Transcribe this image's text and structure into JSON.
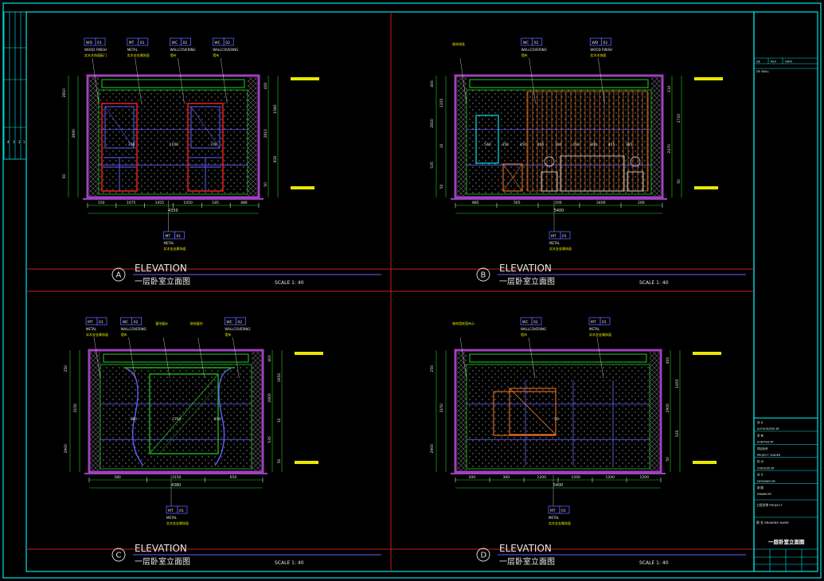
{
  "sheet": {
    "title_block": {
      "rows": [
        "设 计",
        "AUTHORIZED BY",
        "审 核",
        "AUDITED BY",
        "项目负责",
        "PROJECT LEADER",
        "校 对",
        "CHECKED BY",
        "设 计",
        "DESIGNED BY",
        "制 图",
        "DRAWN BY"
      ],
      "project_label": "工程名称 PROJECT",
      "drawing_name_label": "图 名 DRAWING NAME",
      "drawing_name": "一层卧室立面图",
      "top_labels": [
        "DE",
        "REV",
        "DATE"
      ],
      "sub_label": "DE WALL"
    },
    "left_strip_marks": [
      "4",
      "3",
      "2",
      "1"
    ]
  },
  "panels": [
    {
      "id": "A",
      "elevation": "ELEVATION",
      "subtitle": "一层卧室立面图",
      "scale": "SCALE 1: 40",
      "tags": [
        {
          "code": "WD",
          "num": "01",
          "en": "WOOD FINISH",
          "cn": "实木木饰面板门"
        },
        {
          "code": "MT",
          "num": "01",
          "en": "METAL",
          "cn": "实木金金属饰面"
        },
        {
          "code": "WC",
          "num": "02",
          "en": "WALLCOVERING",
          "cn": "墙布"
        },
        {
          "code": "WC",
          "num": "02",
          "en": "WALLCOVERING",
          "cn": "墙布"
        }
      ],
      "bottom_tag": {
        "code": "MT",
        "num": "01",
        "en": "METAL",
        "cn": "实木金金属饰面"
      },
      "dims_bottom": [
        "150",
        "1075",
        "1455",
        "1050",
        "185",
        "480"
      ],
      "dims_total": "4350",
      "dims_left": [
        "2810",
        "2690",
        "50"
      ],
      "dims_right": [
        "400",
        "1580",
        "2810",
        "830",
        "50"
      ],
      "inner_dims": [
        "370",
        "1100",
        "370"
      ]
    },
    {
      "id": "B",
      "elevation": "ELEVATION",
      "subtitle": "一层卧室立面图",
      "scale": "SCALE 1: 40",
      "tags": [
        {
          "code": "",
          "num": "",
          "en": "",
          "cn": "装饰线条"
        },
        {
          "code": "WC",
          "num": "02",
          "en": "WALLCOVERING",
          "cn": "墙布"
        },
        {
          "code": "WD",
          "num": "02",
          "en": "WOOD FINISH",
          "cn": "实木木饰面"
        }
      ],
      "bottom_tag": {
        "code": "MT",
        "num": "01",
        "en": "METAL",
        "cn": "实木金金属饰面"
      },
      "dims_bottom": [
        "885",
        "565",
        "100",
        "3400",
        "200"
      ],
      "dims_total": "5400",
      "dims_left": [
        "400",
        "1355",
        "2810",
        "10",
        "535",
        "50"
      ],
      "dims_right": [
        "210",
        "2720",
        "2470",
        "50"
      ],
      "inner_dims": [
        "540",
        "350",
        "350",
        "450",
        "300",
        "450",
        "300",
        "455",
        "305"
      ]
    },
    {
      "id": "C",
      "elevation": "ELEVATION",
      "subtitle": "一层卧室立面图",
      "scale": "SCALE 1: 40",
      "tags": [
        {
          "code": "MT",
          "num": "01",
          "en": "METAL",
          "cn": "实木金金属饰面"
        },
        {
          "code": "WC",
          "num": "02",
          "en": "WALLCOVERING",
          "cn": "墙布"
        },
        {
          "code": "",
          "num": "",
          "en": "",
          "cn": "窗帘窗纱"
        },
        {
          "code": "",
          "num": "",
          "en": "",
          "cn": "装饰窗帘"
        },
        {
          "code": "WC",
          "num": "02",
          "en": "WALLCOVERING",
          "cn": "墙布"
        }
      ],
      "bottom_tag": {
        "code": "MT",
        "num": "01",
        "en": "METAL",
        "cn": "实木金金属饰面"
      },
      "dims_bottom": [
        "580",
        "3150",
        "650"
      ],
      "dims_total": "4380",
      "dims_left": [
        "250",
        "3150",
        "2900"
      ],
      "dims_right": [
        "400",
        "1950",
        "2900",
        "10",
        "535",
        "50"
      ],
      "inner_dims": [
        "580",
        "2750",
        "650"
      ]
    },
    {
      "id": "D",
      "elevation": "ELEVATION",
      "subtitle": "一层卧室立面图",
      "scale": "SCALE 1: 40",
      "tags": [
        {
          "code": "",
          "num": "",
          "en": "",
          "cn": "装饰墙纸墙布示"
        },
        {
          "code": "WC",
          "num": "02",
          "en": "WALLCOVERING",
          "cn": "墙布"
        },
        {
          "code": "MT",
          "num": "01",
          "en": "METAL",
          "cn": "实木金金属饰面"
        }
      ],
      "bottom_tag": {
        "code": "MT",
        "num": "01",
        "en": "METAL",
        "cn": "实木金金属饰面"
      },
      "dims_bottom": [
        "200",
        "300",
        "1200",
        "1200",
        "1200",
        "1200"
      ],
      "dims_total": "5400",
      "dims_left": [
        "250",
        "3150",
        "2900"
      ],
      "dims_right": [
        "400",
        "1955",
        "2900",
        "535",
        "50"
      ],
      "inner_dims": [
        "50"
      ]
    }
  ],
  "colors": {
    "background": "#000000",
    "border": "#00e5e5",
    "grid_red": "#c81e1e",
    "wall_purple": "#a040c0",
    "tag_blue": "#6060ff",
    "green": "#20d020",
    "yellow": "#e8e800",
    "red_frame": "#ff2020",
    "orange": "#ff8020",
    "white": "#e8e8e8",
    "gray_hatch": "#808080"
  }
}
